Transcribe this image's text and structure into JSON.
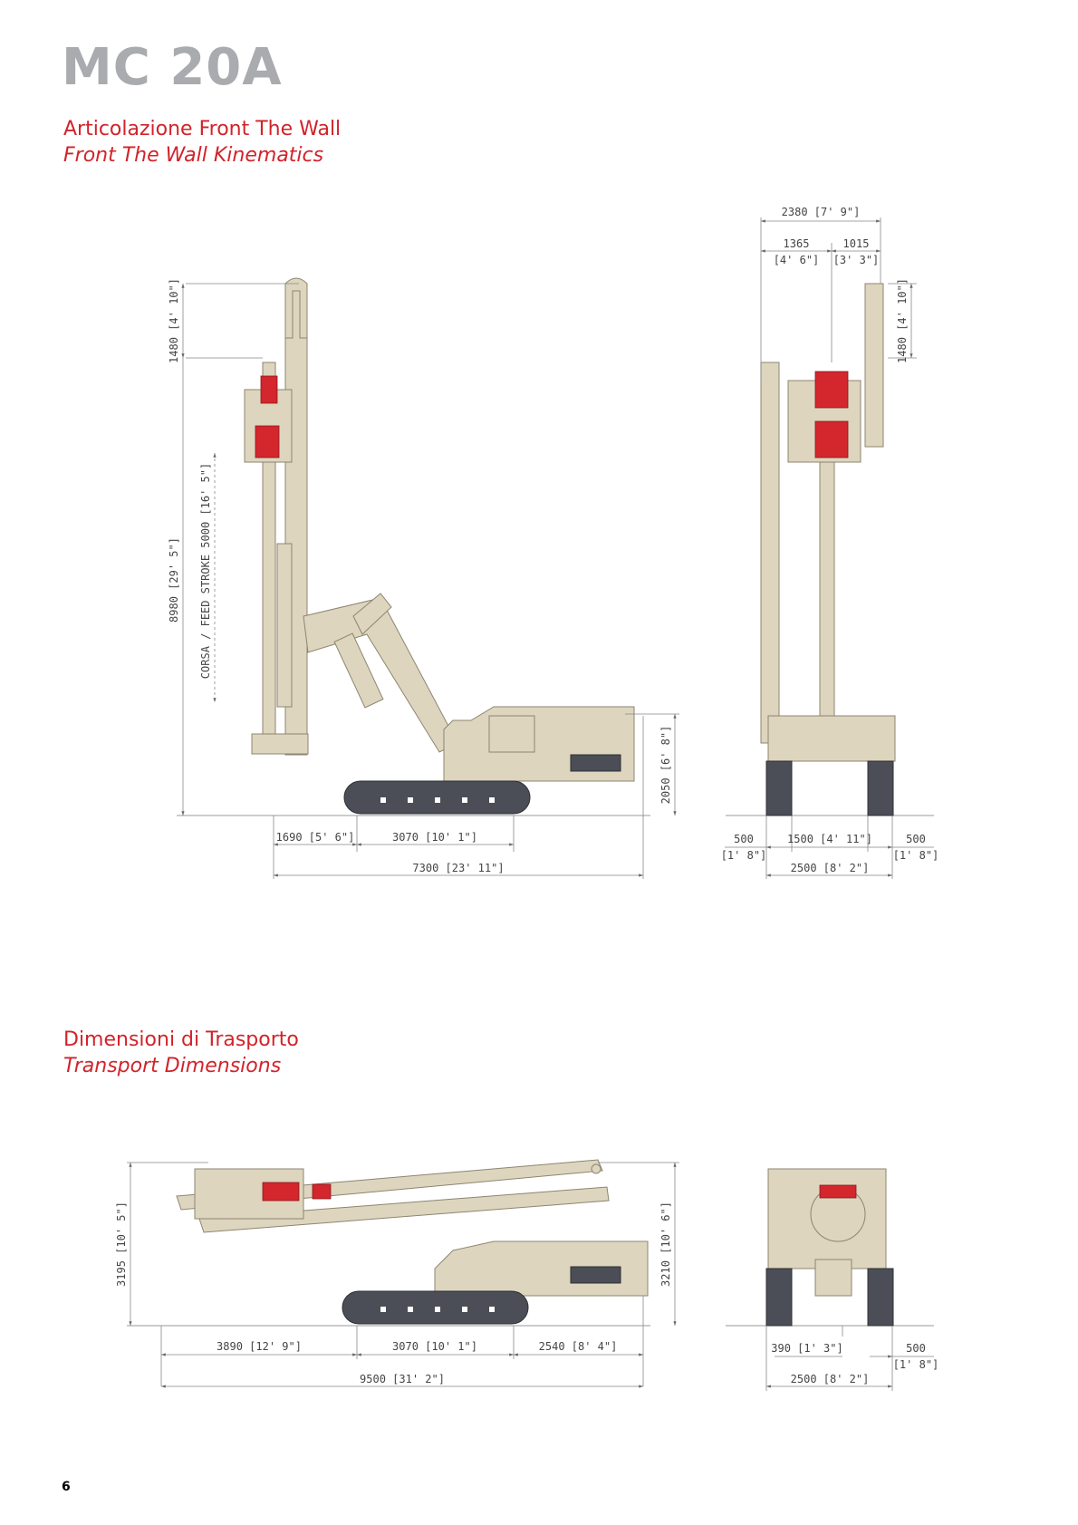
{
  "header": {
    "title": "MC 20A"
  },
  "section1": {
    "title_it": "Articolazione Front The Wall",
    "title_en": "Front The Wall Kinematics",
    "side_view": {
      "dim_top_height": "1480 [4' 10\"]",
      "dim_total_height": "8980 [29' 5\"]",
      "dim_stroke": "CORSA / FEED STROKE 5000 [16' 5\"]",
      "dim_body_height": "2050 [6' 8\"]",
      "dim_front": "1690 [5' 6\"]",
      "dim_tracks": "3070 [10' 1\"]",
      "dim_total_length": "7300 [23' 11\"]"
    },
    "front_view": {
      "dim_width": "2380 [7' 9\"]",
      "dim_left_mm": "1365",
      "dim_left_ft": "[4' 6\"]",
      "dim_right_mm": "1015",
      "dim_right_ft": "[3' 3\"]",
      "dim_top_height": "1480 [4' 10\"]",
      "dim_track_left_mm": "500",
      "dim_track_left_ft": "[1' 8\"]",
      "dim_gap": "1500 [4' 11\"]",
      "dim_track_right_mm": "500",
      "dim_track_right_ft": "[1' 8\"]",
      "dim_total_width": "2500 [8' 2\"]"
    }
  },
  "section2": {
    "title_it": "Dimensioni di Trasporto",
    "title_en": "Transport Dimensions",
    "side_view": {
      "dim_height_left": "3195 [10' 5\"]",
      "dim_height_right": "3210 [10' 6\"]",
      "dim_front": "3890 [12' 9\"]",
      "dim_tracks": "3070 [10' 1\"]",
      "dim_rear": "2540 [8' 4\"]",
      "dim_total_length": "9500 [31' 2\"]"
    },
    "front_view": {
      "dim_offset": "390 [1' 3\"]",
      "dim_track_mm": "500",
      "dim_track_ft": "[1' 8\"]",
      "dim_total_width": "2500 [8' 2\"]"
    }
  },
  "footer": {
    "page_number": "6"
  }
}
